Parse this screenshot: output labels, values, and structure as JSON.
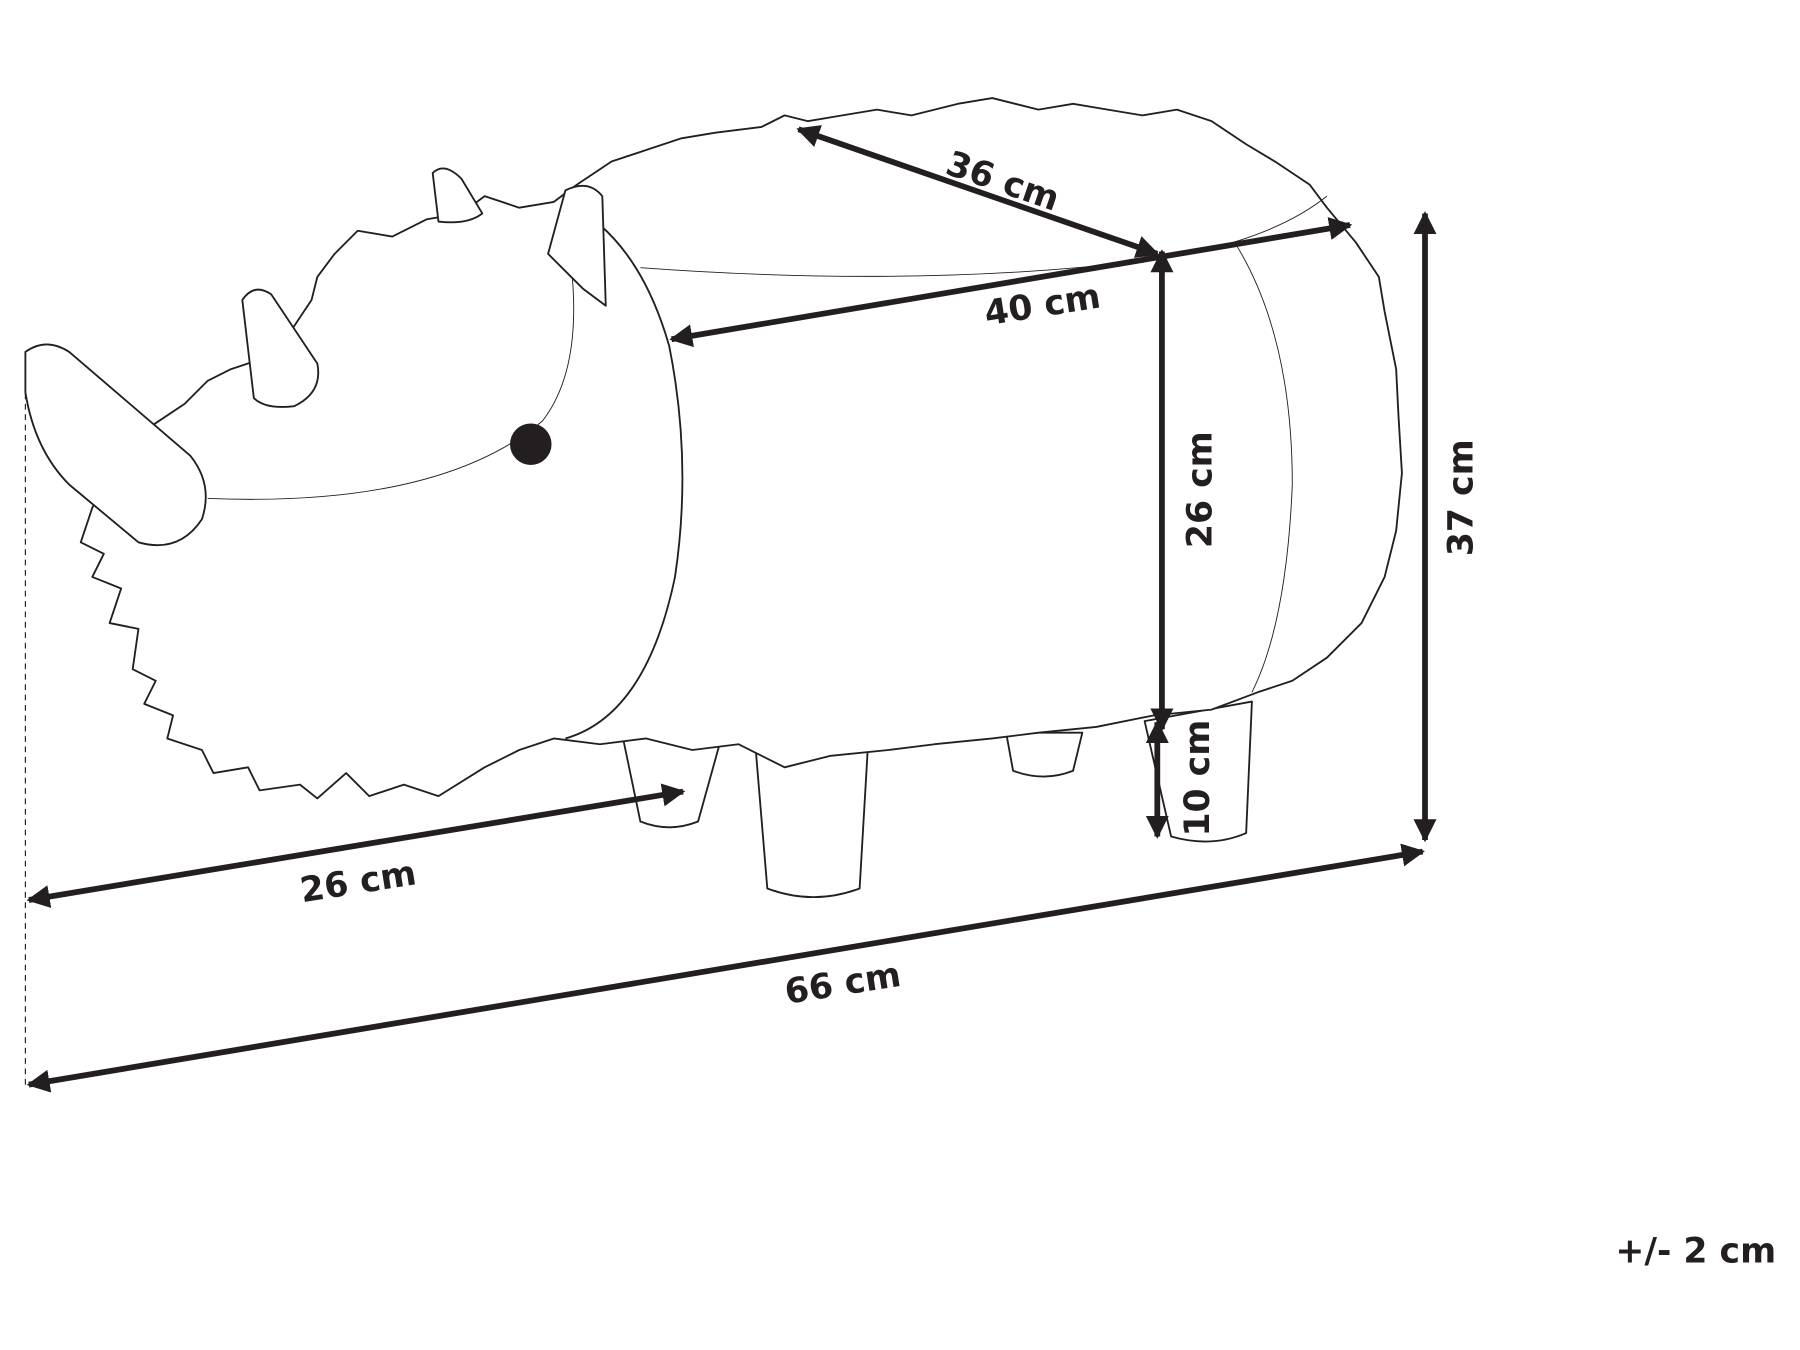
{
  "dimensions": {
    "top_length": "36 cm",
    "body_length": "40 cm",
    "body_height": "26 cm",
    "total_height": "37 cm",
    "leg_height": "10 cm",
    "head_length": "26 cm",
    "total_length": "66 cm"
  },
  "tolerance": "+/- 2 cm",
  "colors": {
    "ink": "#231f20",
    "background": "#ffffff"
  }
}
